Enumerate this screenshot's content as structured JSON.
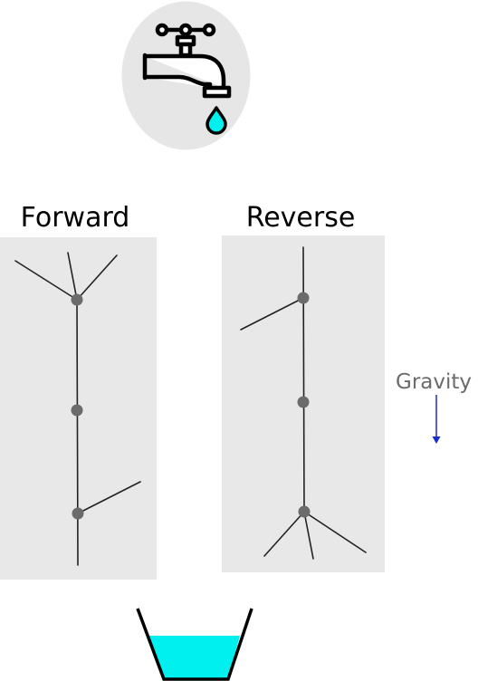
{
  "forward": {
    "title": "Forward"
  },
  "reverse": {
    "title": "Reverse"
  },
  "gravity": {
    "label": "Gravity",
    "arrow_color": "#1a2ccf"
  },
  "colors": {
    "panel_background": "#e8e8e8",
    "node": "#6b6b6b",
    "stem": "#222222",
    "water": "#00f0f0",
    "badge_background": "#e6e6e6"
  },
  "icons": [
    "faucet-icon",
    "water-drop-icon",
    "bucket-icon",
    "gravity-arrow-icon"
  ]
}
